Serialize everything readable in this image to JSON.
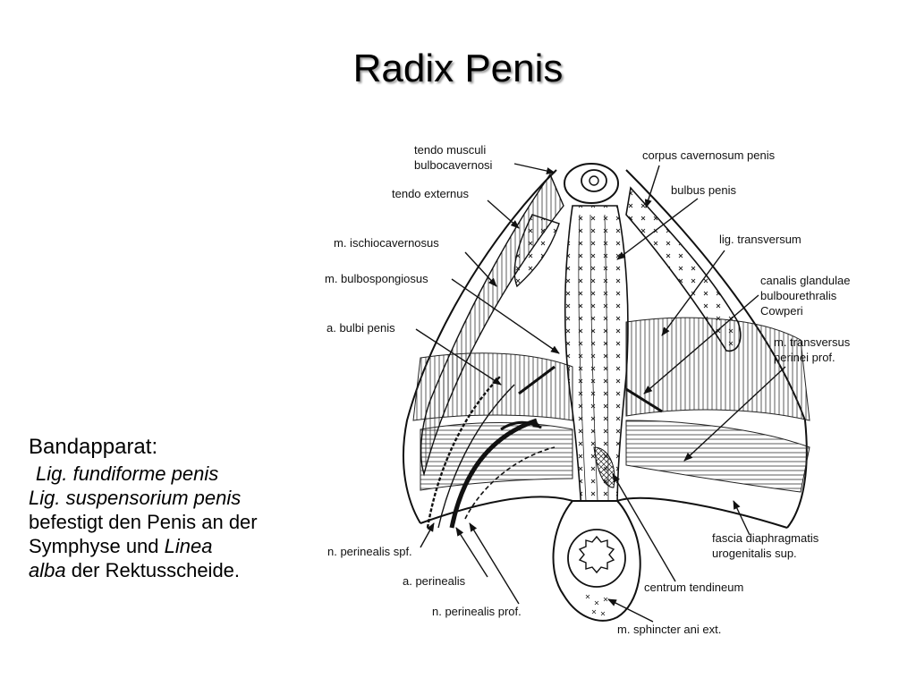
{
  "title": "Radix Penis",
  "text_panel": {
    "heading": "Bandapparat:",
    "line1": "Lig. fundiforme penis",
    "line2": "Lig. suspensorium penis",
    "line3": "befestigt den Penis an der",
    "line4_normal": "Symphyse und ",
    "line4_italic": "Linea",
    "line5_italic": "alba",
    "line5_normal": " der Rektusscheide."
  },
  "labels": {
    "tendo_musculi_1": "tendo musculi",
    "tendo_musculi_2": "bulbocavernosi",
    "tendo_externus": "tendo externus",
    "m_ischiocavernosus": "m. ischiocavernosus",
    "m_bulbospongiosus": "m. bulbospongiosus",
    "a_bulbi_penis": "a. bulbi penis",
    "n_perinealis_spf": "n. perinealis spf.",
    "a_perinealis": "a. perinealis",
    "n_perinealis_prof": "n. perinealis prof.",
    "corpus_cavernosum": "corpus cavernosum penis",
    "bulbus_penis": "bulbus penis",
    "lig_transversum": "lig. transversum",
    "canalis_1": "canalis glandulae",
    "canalis_2": "bulbourethralis",
    "canalis_3": "Cowperi",
    "m_transversus_1": "m. transversus",
    "m_transversus_2": "perinei prof.",
    "fascia_1": "fascia diaphragmatis",
    "fascia_2": "urogenitalis sup.",
    "centrum_tendineum": "centrum tendineum",
    "m_sphincter": "m. sphincter ani ext."
  }
}
